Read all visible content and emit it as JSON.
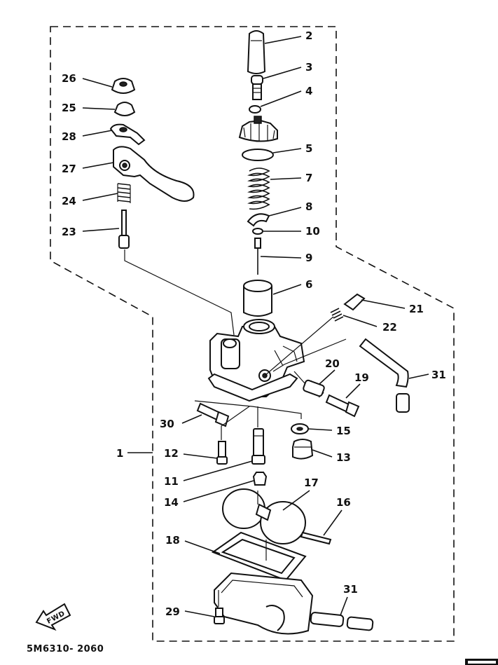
{
  "diagram": {
    "drawing_code": "5M6310- 2060",
    "fwd_label": "FWD",
    "callouts": [
      {
        "id": "c2",
        "text": "2"
      },
      {
        "id": "c3",
        "text": "3"
      },
      {
        "id": "c4",
        "text": "4"
      },
      {
        "id": "c5",
        "text": "5"
      },
      {
        "id": "c7",
        "text": "7"
      },
      {
        "id": "c8",
        "text": "8"
      },
      {
        "id": "c10",
        "text": "10"
      },
      {
        "id": "c9",
        "text": "9"
      },
      {
        "id": "c6",
        "text": "6"
      },
      {
        "id": "c21",
        "text": "21"
      },
      {
        "id": "c22",
        "text": "22"
      },
      {
        "id": "c31a",
        "text": "31"
      },
      {
        "id": "c20",
        "text": "20"
      },
      {
        "id": "c19",
        "text": "19"
      },
      {
        "id": "c26",
        "text": "26"
      },
      {
        "id": "c25",
        "text": "25"
      },
      {
        "id": "c28",
        "text": "28"
      },
      {
        "id": "c27",
        "text": "27"
      },
      {
        "id": "c24",
        "text": "24"
      },
      {
        "id": "c23",
        "text": "23"
      },
      {
        "id": "c30",
        "text": "30"
      },
      {
        "id": "c15",
        "text": "15"
      },
      {
        "id": "c1",
        "text": "1"
      },
      {
        "id": "c12",
        "text": "12"
      },
      {
        "id": "c13",
        "text": "13"
      },
      {
        "id": "c11",
        "text": "11"
      },
      {
        "id": "c14",
        "text": "14"
      },
      {
        "id": "c17",
        "text": "17"
      },
      {
        "id": "c16",
        "text": "16"
      },
      {
        "id": "c18",
        "text": "18"
      },
      {
        "id": "c31b",
        "text": "31"
      },
      {
        "id": "c29",
        "text": "29"
      }
    ]
  }
}
